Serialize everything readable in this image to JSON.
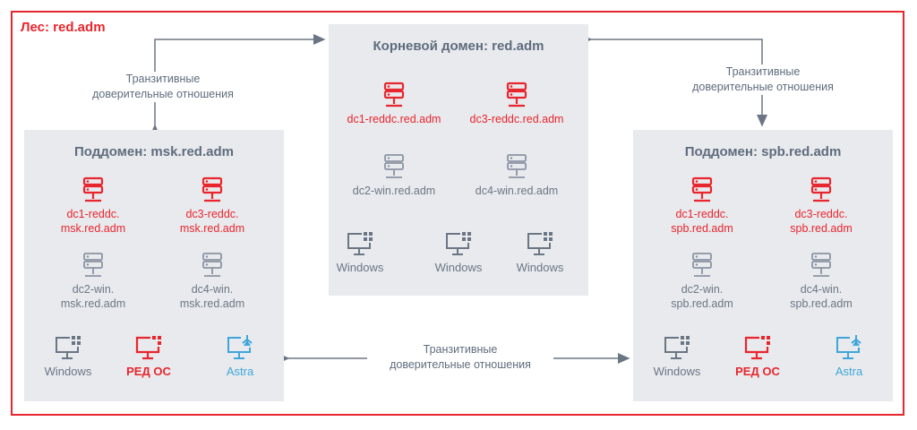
{
  "forest": {
    "title": "Лес: red.adm"
  },
  "root": {
    "title": "Корневой домен: red.adm",
    "controllers": [
      {
        "label": "dc1-reddc.red.adm",
        "kind": "red"
      },
      {
        "label": "dc3-reddc.red.adm",
        "kind": "red"
      },
      {
        "label": "dc2-win.red.adm",
        "kind": "gray"
      },
      {
        "label": "dc4-win.red.adm",
        "kind": "gray"
      }
    ],
    "clients": [
      "Windows",
      "Windows",
      "Windows"
    ]
  },
  "msk": {
    "title": "Поддомен: msk.red.adm",
    "controllers": [
      {
        "line1": "dc1-reddc.",
        "line2": "msk.red.adm",
        "kind": "red"
      },
      {
        "line1": "dc3-reddc.",
        "line2": "msk.red.adm",
        "kind": "red"
      },
      {
        "line1": "dc2-win.",
        "line2": "msk.red.adm",
        "kind": "gray"
      },
      {
        "line1": "dc4-win.",
        "line2": "msk.red.adm",
        "kind": "gray"
      }
    ],
    "clients": [
      "Windows",
      "РЕД ОС",
      "Astra"
    ]
  },
  "spb": {
    "title": "Поддомен: spb.red.adm",
    "controllers": [
      {
        "line1": "dc1-reddc.",
        "line2": "spb.red.adm",
        "kind": "red"
      },
      {
        "line1": "dc3-reddc.",
        "line2": "spb.red.adm",
        "kind": "red"
      },
      {
        "line1": "dc2-win.",
        "line2": "spb.red.adm",
        "kind": "gray"
      },
      {
        "line1": "dc4-win.",
        "line2": "spb.red.adm",
        "kind": "gray"
      }
    ],
    "clients": [
      "Windows",
      "РЕД ОС",
      "Astra"
    ]
  },
  "trust": {
    "left_line1": "Транзитивные",
    "left_line2": "доверительные отношения",
    "right_line1": "Транзитивные",
    "right_line2": "доверительные отношения",
    "bottom_line1": "Транзитивные",
    "bottom_line2": "доверительные отношения"
  },
  "colors": {
    "red": "#e8262d",
    "gray": "#6b7684",
    "blue": "#3ea6d8",
    "panel": "#e8eaee"
  },
  "icons": {
    "server": "server-icon",
    "workstation": "windows-workstation-icon",
    "redos": "red-os-workstation-icon",
    "astra": "astra-workstation-icon"
  }
}
